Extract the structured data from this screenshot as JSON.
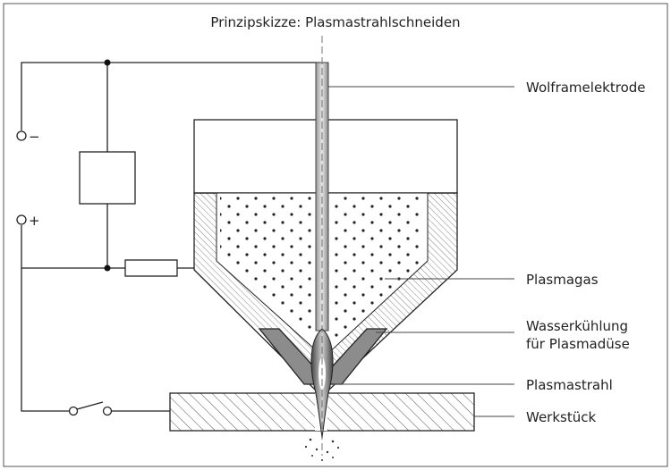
{
  "title": "Prinzipskizze: Plasmastrahlschneiden",
  "labels": {
    "electrode": "Wolframelektrode",
    "gas": "Plasmagas",
    "cooling_line1": "Wasserkühlung",
    "cooling_line2": "für Plasmadüse",
    "jet": "Plasmastrahl",
    "workpiece": "Werkstück"
  },
  "terminals": {
    "negative": "−",
    "positive": "+"
  }
}
